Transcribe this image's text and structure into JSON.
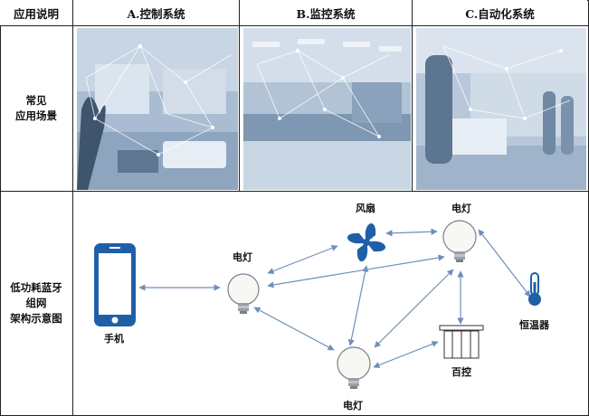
{
  "header": {
    "col0": "应用说明",
    "col1": "A.控制系统",
    "col2": "B.监控系统",
    "col3": "C.自动化系统"
  },
  "rows": {
    "scenes_label_line1": "常见",
    "scenes_label_line2": "应用场景",
    "arch_label_line1": "低功耗蓝牙",
    "arch_label_line2": "组网",
    "arch_label_line3": "架构示意图"
  },
  "diagram": {
    "phone": "手机",
    "lamp_left": "电灯",
    "fan": "风扇",
    "lamp_top_right": "电灯",
    "thermostat": "恒温器",
    "blinds": "百控",
    "lamp_bottom": "电灯"
  },
  "colors": {
    "phone_blue": "#1f5fa8",
    "fan_blue": "#1f5fa8",
    "arrow": "#6f8fb8",
    "thermo_blue": "#1f5fa8",
    "photo_tint": "#9fb4cc"
  }
}
